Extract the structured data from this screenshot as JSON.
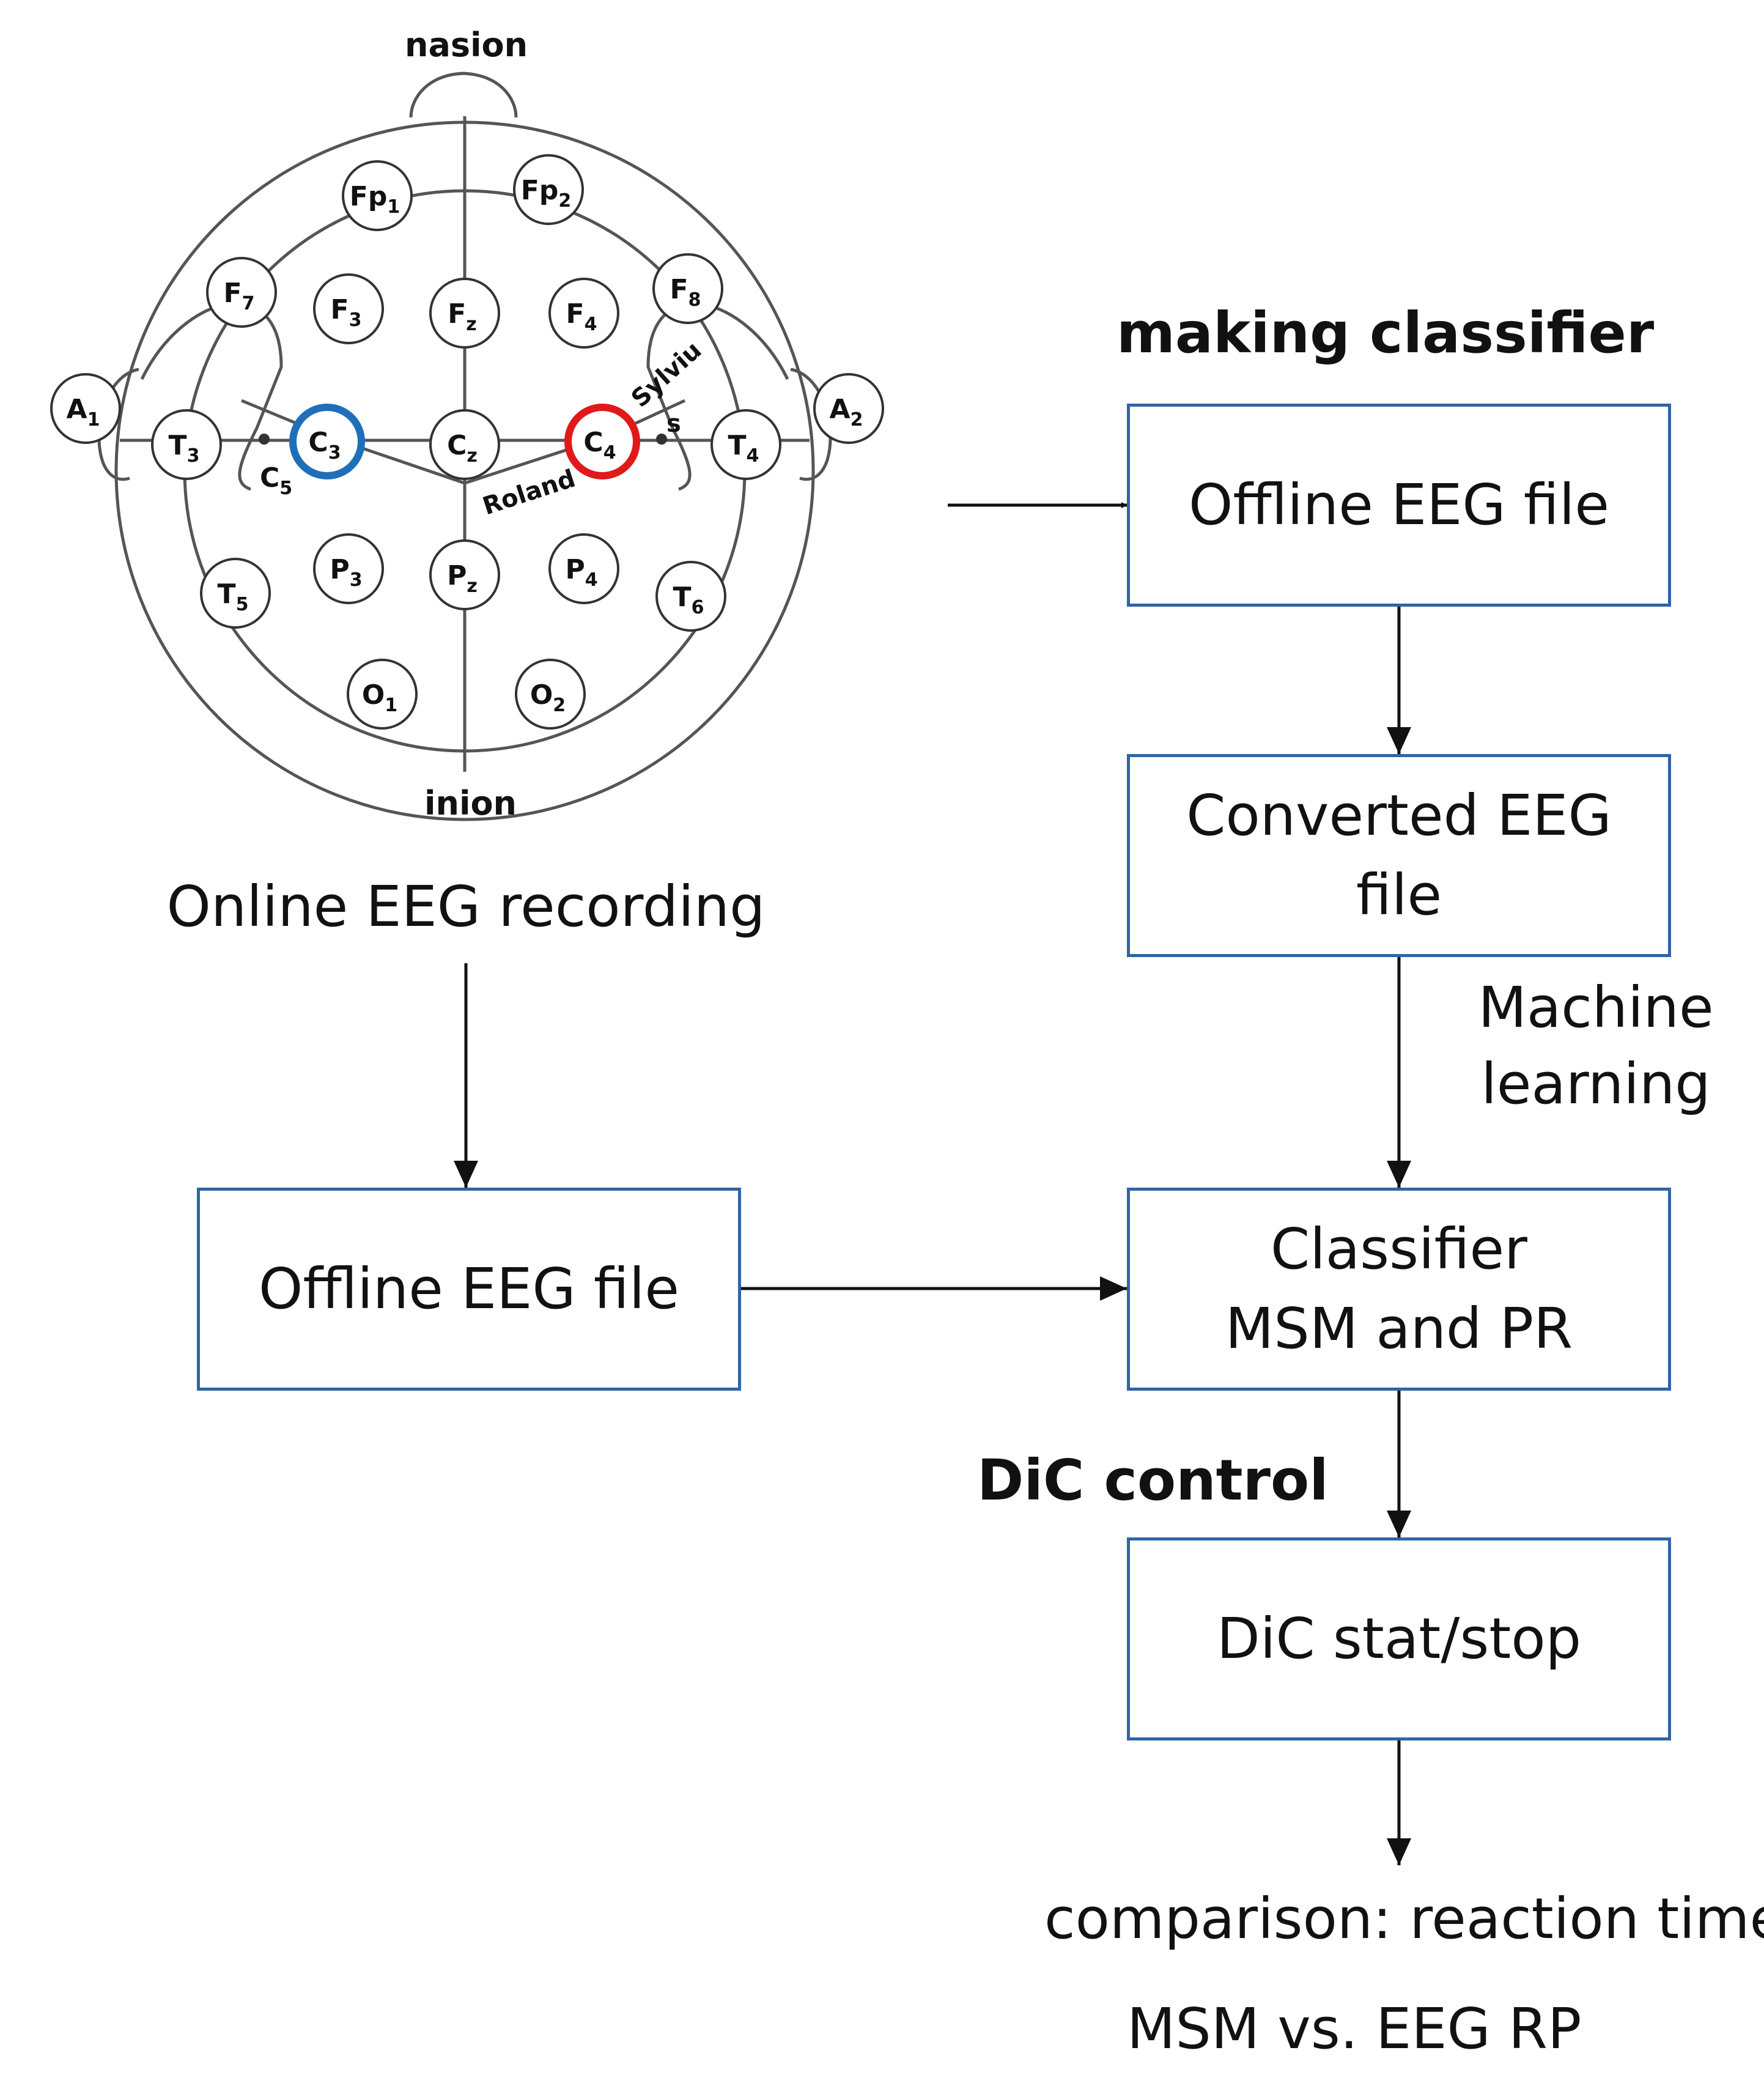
{
  "head": {
    "nasion": "nasion",
    "inion": "inion",
    "electrodes": [
      {
        "id": "fp1",
        "base": "Fp",
        "sub": "1"
      },
      {
        "id": "fp2",
        "base": "Fp",
        "sub": "2"
      },
      {
        "id": "f7",
        "base": "F",
        "sub": "7"
      },
      {
        "id": "f3",
        "base": "F",
        "sub": "3"
      },
      {
        "id": "fz",
        "base": "F",
        "sub": "z"
      },
      {
        "id": "f4",
        "base": "F",
        "sub": "4"
      },
      {
        "id": "f8",
        "base": "F",
        "sub": "8"
      },
      {
        "id": "a1",
        "base": "A",
        "sub": "1"
      },
      {
        "id": "a2",
        "base": "A",
        "sub": "2"
      },
      {
        "id": "t3",
        "base": "T",
        "sub": "3"
      },
      {
        "id": "c3",
        "base": "C",
        "sub": "3"
      },
      {
        "id": "cz",
        "base": "C",
        "sub": "z"
      },
      {
        "id": "c4",
        "base": "C",
        "sub": "4"
      },
      {
        "id": "t4",
        "base": "T",
        "sub": "4"
      },
      {
        "id": "t5",
        "base": "T",
        "sub": "5"
      },
      {
        "id": "p3",
        "base": "P",
        "sub": "3"
      },
      {
        "id": "pz",
        "base": "P",
        "sub": "z"
      },
      {
        "id": "p4",
        "base": "P",
        "sub": "4"
      },
      {
        "id": "t6",
        "base": "T",
        "sub": "6"
      },
      {
        "id": "o1",
        "base": "O",
        "sub": "1"
      },
      {
        "id": "o2",
        "base": "O",
        "sub": "2"
      }
    ],
    "c5": {
      "base": "C",
      "sub": "5"
    },
    "roland": "Roland",
    "sylvius_top": "Sylviu",
    "sylvius_bottom": "s",
    "highlight_colors": {
      "c3": "#1f6fb8",
      "c4": "#e0191a"
    }
  },
  "labels": {
    "online_recording": "Online EEG recording",
    "making_classifier": "making classifier",
    "machine_learning_1": "Machine",
    "machine_learning_2": "learning",
    "dic_control": "DiC control",
    "comparison": "comparison: reaction time",
    "msm_vs": "MSM vs. EEG RP"
  },
  "boxes": {
    "offline_right": [
      "Offline EEG file"
    ],
    "converted": [
      "Converted EEG",
      "file"
    ],
    "offline_left": [
      "Offline EEG file"
    ],
    "classifier": [
      "Classifier",
      "MSM and PR"
    ],
    "dic": [
      "DiC stat/stop"
    ]
  },
  "colors": {
    "box_border": "#2f64a8",
    "ink": "#111111"
  }
}
